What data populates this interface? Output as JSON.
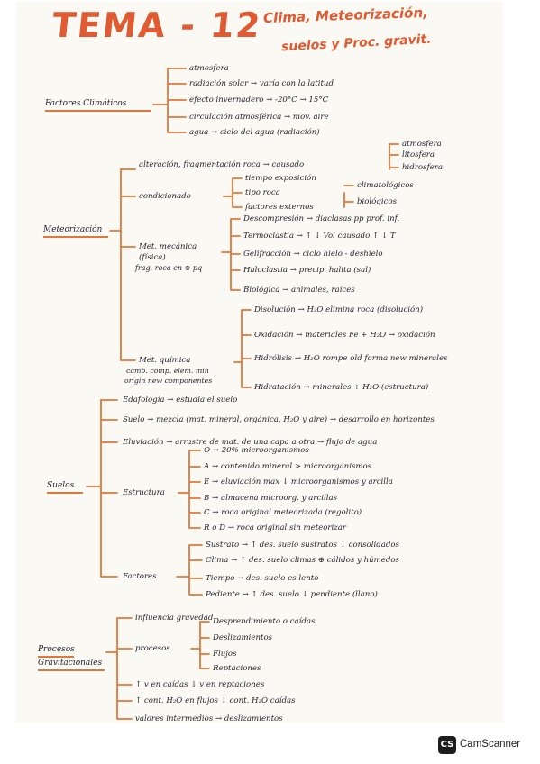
{
  "title": {
    "main": "TEMA - 12",
    "sub1": "Clima, Meteorización,",
    "sub2": "suelos y Proc. gravit."
  },
  "factores": {
    "label": "Factores Climáticos",
    "items": [
      "atmosfera",
      "radiación solar → varía con la latitud",
      "efecto invernadero → -20°C → 15°C",
      "circulación atmosférica → mov. aire",
      "agua → ciclo del agua (radiación)"
    ]
  },
  "meteorizacion": {
    "label": "Meteorización",
    "alteracion": "alteración, fragmentación roca → causado",
    "alteracion_targets": [
      "atmosfera",
      "litosfera",
      "hidrosfera"
    ],
    "condicionado": "condicionado",
    "cond_items": [
      "tiempo exposición",
      "tipo roca",
      "factores externos"
    ],
    "cond_targets": [
      "climatológicos",
      "biológicos"
    ],
    "mecanica_label": [
      "Met. mecánica",
      "(física)",
      "frag. roca en ⊕ pq"
    ],
    "mecanica_items": [
      "Descompresión → diaclasas pp prof. inf.",
      "Termoclastia → ↑ ↓ Vol causado ↑ ↓ T",
      "Gelifracción → ciclo hielo - deshielo",
      "Haloclastia → precip. halita (sal)",
      "Biológica → animales, raíces"
    ],
    "quimica_label": [
      "Met. química",
      "camb. comp. elem. min",
      "origin new componentes"
    ],
    "quimica_items": [
      "Disolución → H₂O elimina roca (disolución)",
      "Oxidación → materiales Fe + H₂O → oxidación",
      "Hidrólisis → H₂O rompe old forma new minerales",
      "Hidratación → minerales + H₂O (estructura)"
    ]
  },
  "suelos": {
    "label": "Suelos",
    "edafologia": "Edafología → estudia el suelo",
    "suelo": "Suelo → mezcla (mat. mineral, orgánica, H₂O y aire) → desarrollo en horizontes",
    "eluviacion": "Eluviación → arrastre de mat. de una capa a otra → flujo de agua",
    "estructura": "Estructura",
    "estructura_items": [
      "O → 20% microorganismos",
      "A → contenido mineral > microorganismos",
      "E → eluviación max ↓ microorganismos y arcilla",
      "B → almacena microorg. y arcillas",
      "C → roca original meteorizada (regolito)",
      "R o D → roca original sin meteorizar"
    ],
    "factores": "Factores",
    "factores_items": [
      "Sustrato → ↑ des. suelo sustratos ↓ consolidados",
      "Clima → ↑ des. suelo climas ⊕ cálidos y húmedos",
      "Tiempo → des. suelo es lento",
      "Pediente → ↑ des. suelo ↓ pendiente (llano)"
    ]
  },
  "procesos": {
    "label": [
      "Procesos",
      "Gravitacionales"
    ],
    "influencia": "influencia gravedad",
    "procesos": "procesos",
    "procesos_items": [
      "Desprendimiento o caídas",
      "Deslizamientos",
      "Flujos",
      "Reptaciones"
    ],
    "extra": [
      "↑ v en caídas ↓ v en reptaciones",
      "↑ cont. H₂O en flujos ↓ cont. H₂O caídas",
      "valores intermedios → deslizamientos"
    ]
  },
  "watermark": {
    "badge": "CS",
    "label": "CamScanner"
  },
  "colors": {
    "title": "#e05a32",
    "connector": "#e0783c",
    "ink": "#1e1f2b"
  }
}
